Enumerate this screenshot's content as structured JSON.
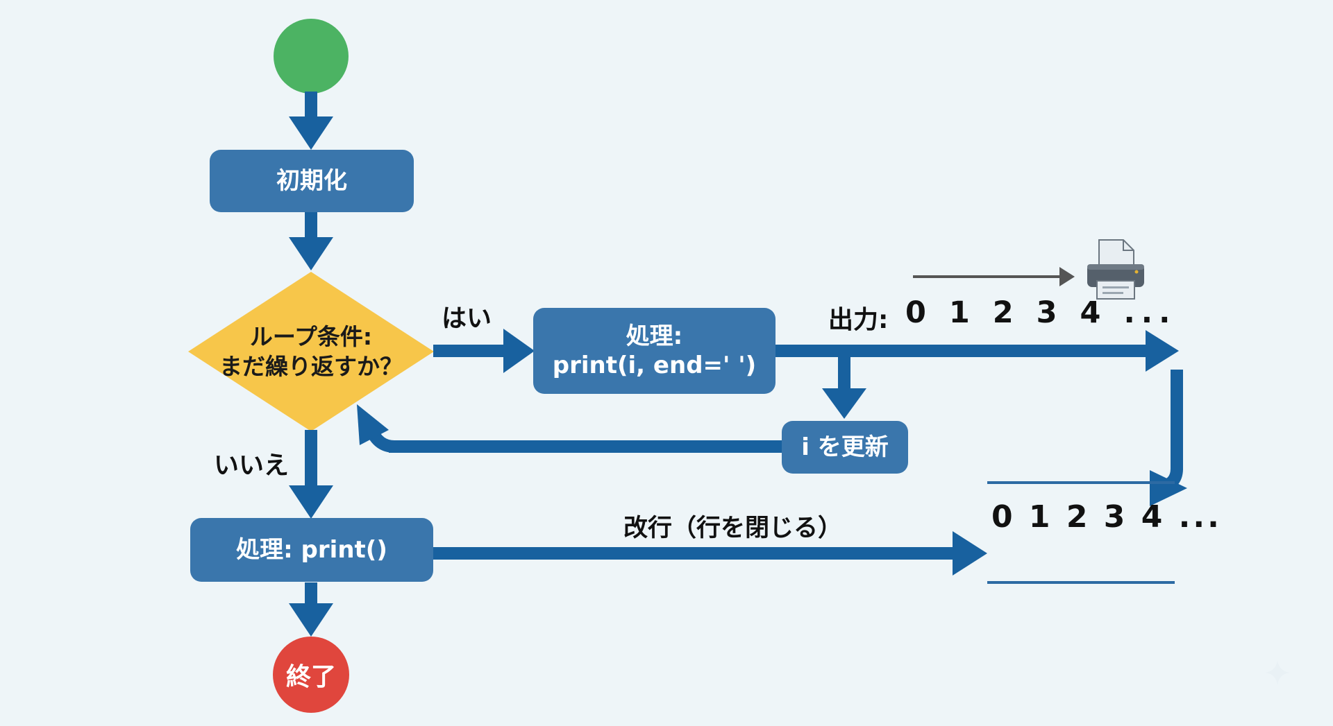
{
  "flow": {
    "start_color": "#4cb363",
    "init_label": "初期化",
    "condition_line1": "ループ条件:",
    "condition_line2": "まだ繰り返すか？",
    "yes_label": "はい",
    "no_label": "いいえ",
    "process_line1": "処理:",
    "process_line2": "print(i, end=' ')",
    "update_label": "i を更新",
    "final_process_label": "処理: print()",
    "end_label": "終了",
    "newline_label": "改行（行を閉じる）"
  },
  "output": {
    "prefix": "出力:",
    "stream": "0 1 2 3 4 ...",
    "line_result": "0 1 2 3 4 ..."
  },
  "colors": {
    "arrow": "#18619f",
    "box": "#3a76ac",
    "decision": "#f7c64a",
    "start": "#4cb363",
    "end": "#e0463d",
    "background": "#eef5f8"
  },
  "icons": [
    "printer-icon"
  ]
}
